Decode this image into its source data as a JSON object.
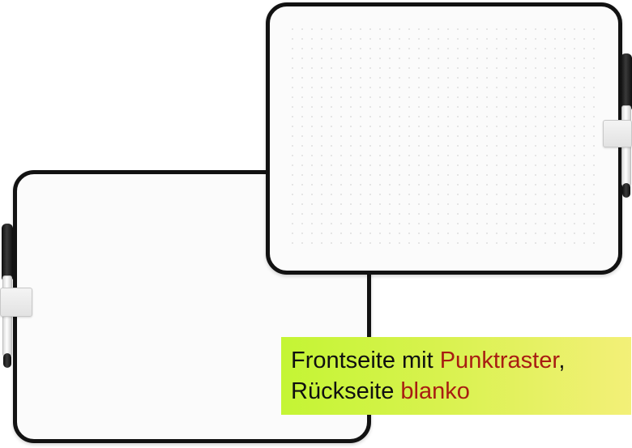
{
  "caption": {
    "line1_prefix": "Frontseite mit ",
    "line1_highlight": "Punktraster",
    "line1_suffix": ",",
    "line2_prefix": "Rückseite ",
    "line2_highlight": "blanko",
    "background_colors": [
      "#c4f534",
      "#f3f078"
    ],
    "highlight_color": "#a81d12"
  },
  "boards": {
    "frame_color": "#121212",
    "surface_color": "#fbfbfb"
  }
}
